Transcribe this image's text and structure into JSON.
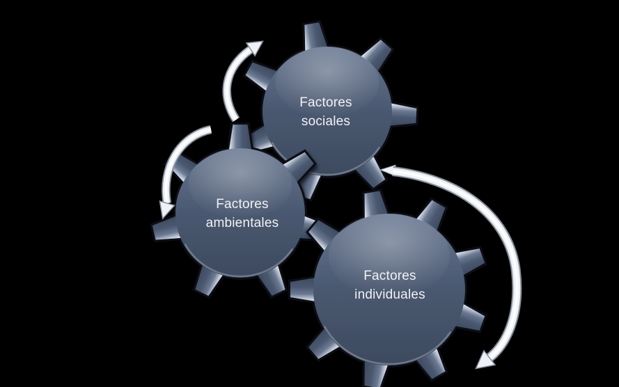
{
  "diagram": {
    "type": "gear-smartart",
    "background": "#000000",
    "gears": [
      {
        "name": "sociales",
        "label": "Factores\nsociales"
      },
      {
        "name": "ambientales",
        "label": "Factores\nambientales"
      },
      {
        "name": "individuales",
        "label": "Factores\nindividuales"
      }
    ],
    "arrows": [
      {
        "name": "curved-arrow-up-icon",
        "description": "small arc arrow curving up-right beside Factores sociales"
      },
      {
        "name": "curved-arrow-down-icon",
        "description": "small arc arrow curving down-left beside Factores ambientales"
      },
      {
        "name": "curved-arrow-clockwise-icon",
        "description": "large clockwise arc arrow wrapping Factores individuales, pointing down-left"
      }
    ],
    "colors": {
      "gear_fill": "#4a5870",
      "gear_fill_light": "#66758f",
      "gear_fill_dark": "#3d4a5f",
      "gear_outline": "#0b0e15",
      "tooth_glint": "#eef2f7",
      "label_text": "#f1f2f4",
      "arrow_light": "#eef1f6",
      "arrow_core": "#ffffff",
      "arrow_edge": "#878e99"
    }
  }
}
